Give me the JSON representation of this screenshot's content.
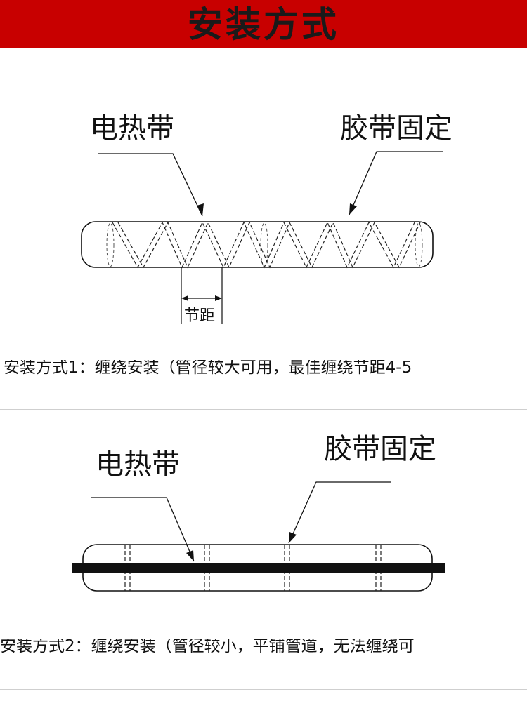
{
  "header": {
    "title": "安装方式"
  },
  "diagram1": {
    "label_heat_tape": "电热带",
    "label_tape_fix": "胶带固定",
    "label_pitch": "节距",
    "caption": "安装方式1：缠绕安装（管径较大可用，最佳缠绕节距4-5"
  },
  "diagram2": {
    "label_heat_tape": "电热带",
    "label_tape_fix": "胶带固定",
    "caption": "安装方式2：缠绕安装（管径较小，平铺管道，无法缠绕可"
  },
  "colors": {
    "banner": "#c80000",
    "line": "#111111",
    "divider": "#cfcfcf"
  }
}
